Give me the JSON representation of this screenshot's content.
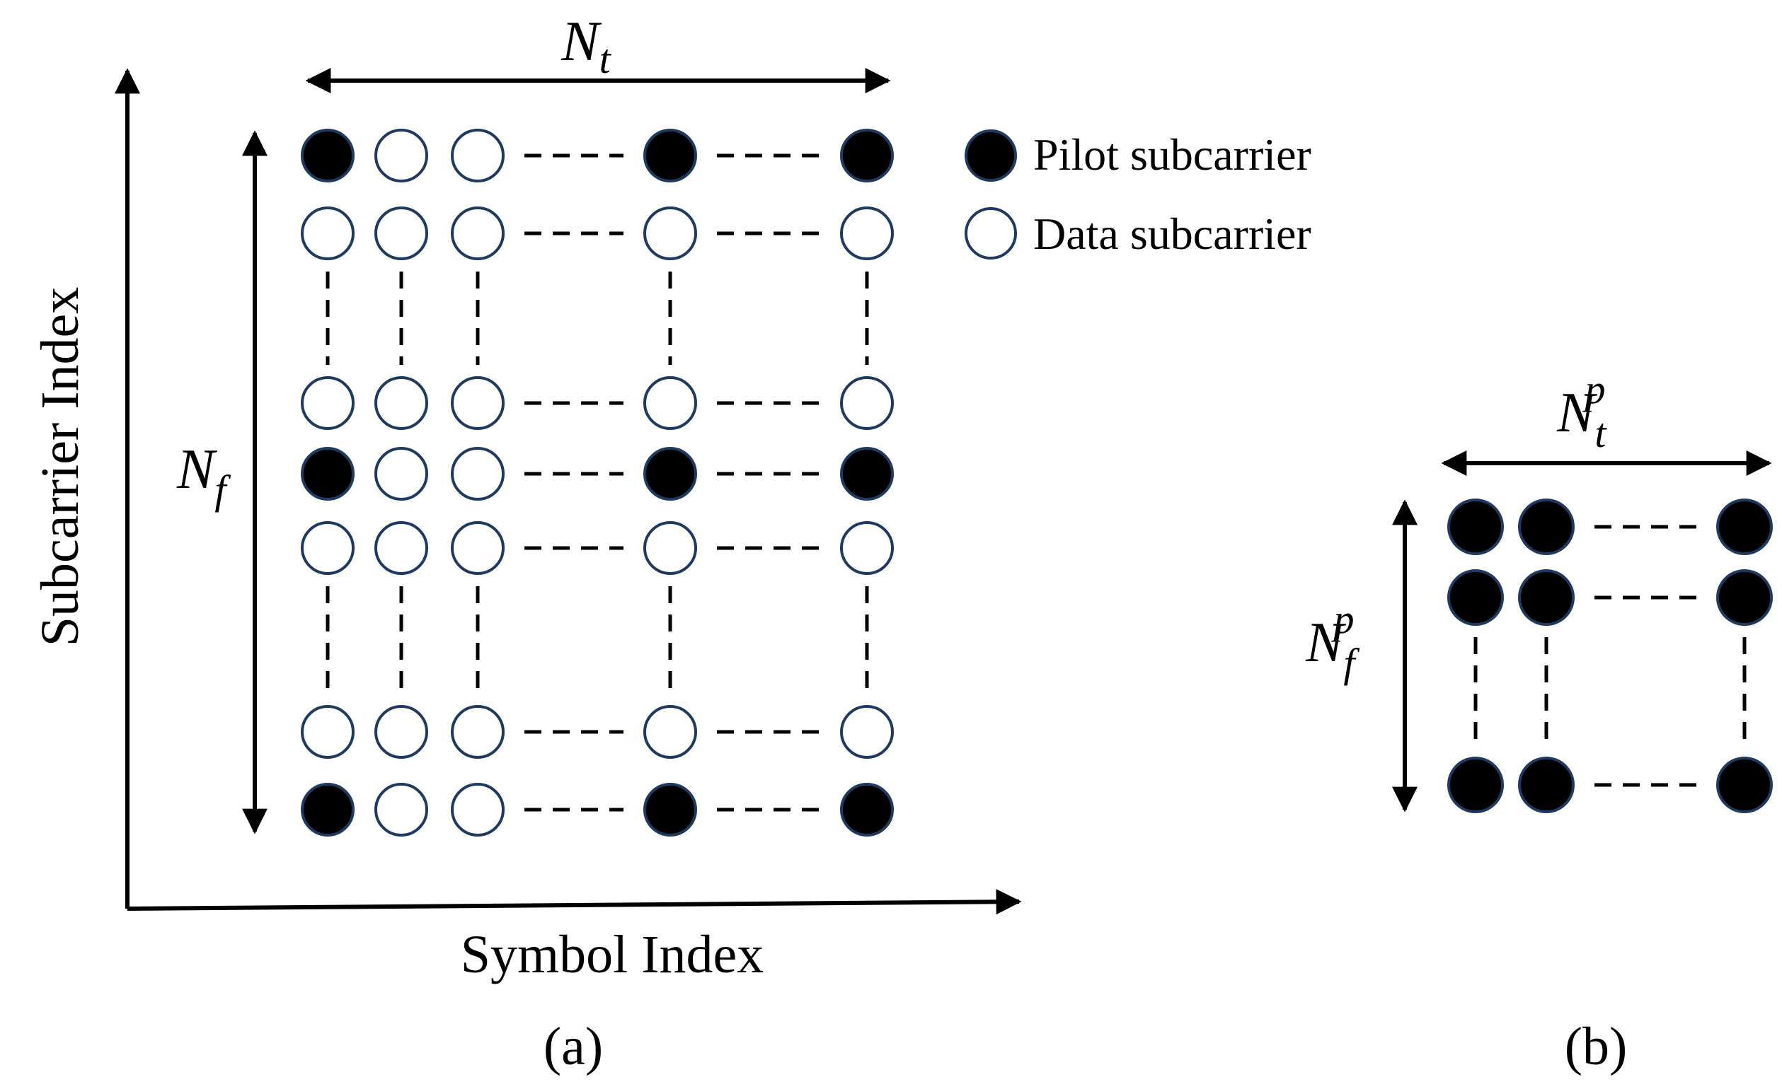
{
  "axes": {
    "x_label": "Symbol Index",
    "y_label": "Subcarrier Index"
  },
  "panel_a": {
    "caption": "(a)",
    "nt_label": {
      "base": "N",
      "sub": "t"
    },
    "nf_label": {
      "base": "N",
      "sub": "f"
    },
    "grid": [
      [
        "pilot",
        "data",
        "data",
        "gap",
        "pilot",
        "gap",
        "pilot"
      ],
      [
        "data",
        "data",
        "data",
        "gap",
        "data",
        "gap",
        "data"
      ],
      [
        "vgap"
      ],
      [
        "data",
        "data",
        "data",
        "gap",
        "data",
        "gap",
        "data"
      ],
      [
        "pilot",
        "data",
        "data",
        "gap",
        "pilot",
        "gap",
        "pilot"
      ],
      [
        "data",
        "data",
        "data",
        "gap",
        "data",
        "gap",
        "data"
      ],
      [
        "vgap"
      ],
      [
        "data",
        "data",
        "data",
        "gap",
        "data",
        "gap",
        "data"
      ],
      [
        "pilot",
        "data",
        "data",
        "gap",
        "pilot",
        "gap",
        "pilot"
      ]
    ]
  },
  "legend": {
    "items": [
      {
        "kind": "pilot",
        "label": "Pilot subcarrier"
      },
      {
        "kind": "data",
        "label": "Data subcarrier"
      }
    ]
  },
  "panel_b": {
    "caption": "(b)",
    "nt_label": {
      "base": "N",
      "sub": "t",
      "sup": "p"
    },
    "nf_label": {
      "base": "N",
      "sub": "f",
      "sup": "p"
    },
    "grid": [
      [
        "pilot",
        "pilot",
        "gap",
        "pilot"
      ],
      [
        "pilot",
        "pilot",
        "gap",
        "pilot"
      ],
      [
        "vgap"
      ],
      [
        "pilot",
        "pilot",
        "gap",
        "pilot"
      ]
    ]
  },
  "colors": {
    "pilot_fill": "#000000",
    "data_fill": "#ffffff",
    "data_stroke": "#1f3a5f",
    "line": "#000000"
  }
}
